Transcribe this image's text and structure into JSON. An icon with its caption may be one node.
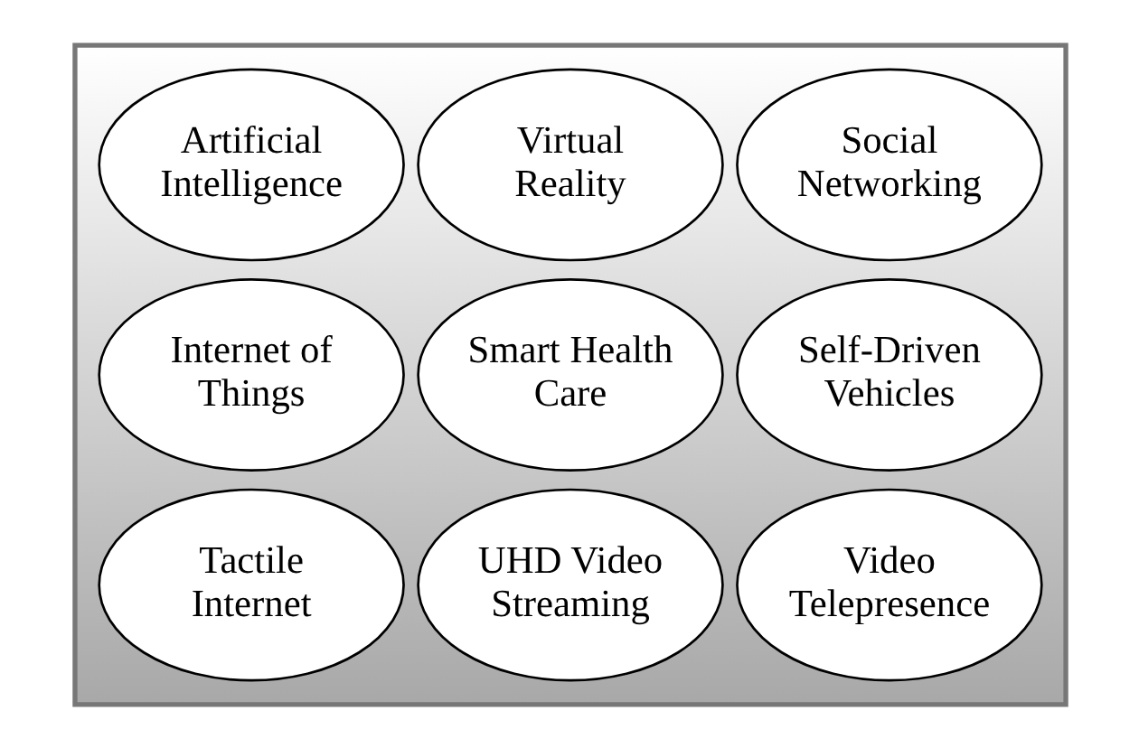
{
  "diagram": {
    "nodes": [
      {
        "text": [],
        "shape": "box"
      },
      {
        "text": [
          "Artificial Intelligence"
        ],
        "in": 0
      },
      {
        "text": [
          "Virtual Reality"
        ],
        "in": 0
      },
      {
        "text": [
          "Social Networking"
        ],
        "in": 0
      },
      {
        "text": [
          "Internet of Things"
        ],
        "in": 0
      },
      {
        "text": [
          "Smart Health Care"
        ],
        "in": 0
      },
      {
        "text": [
          "Self-Driven Vehicles"
        ],
        "in": 0
      },
      {
        "text": [
          "Tactile Internet"
        ],
        "in": 0
      },
      {
        "text": [
          "UHD Video Streaming"
        ],
        "in": 0
      },
      {
        "text": [
          "Video Telepresence"
        ],
        "in": 0
      }
    ],
    "edges": []
  }
}
